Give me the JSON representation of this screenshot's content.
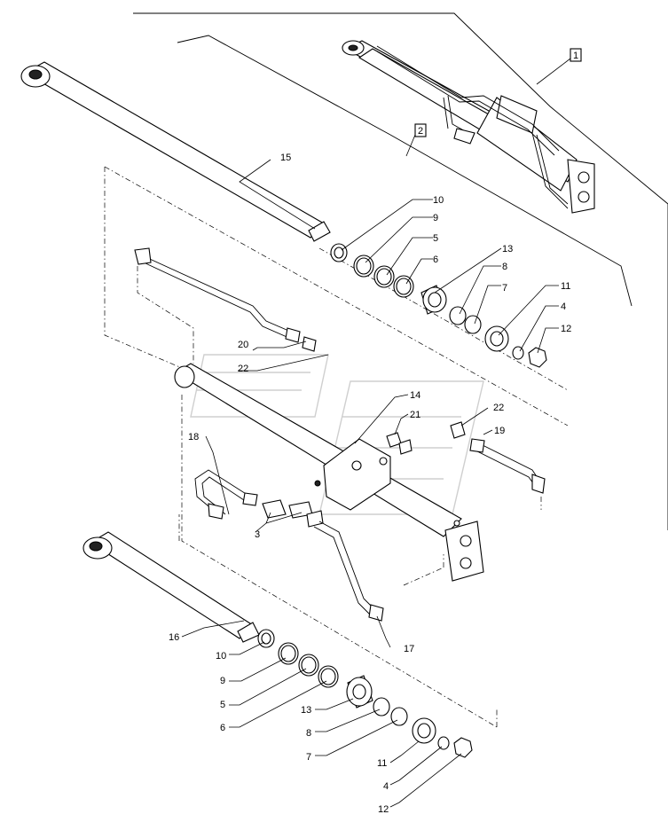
{
  "diagram": {
    "assembly_callouts": [
      "1",
      "2"
    ],
    "callouts": {
      "upper": [
        "15",
        "10",
        "9",
        "5",
        "6",
        "13",
        "8",
        "7",
        "11",
        "4",
        "12",
        "20",
        "22",
        "14",
        "21",
        "22",
        "19",
        "18",
        "3"
      ],
      "lower": [
        "16",
        "17",
        "10",
        "9",
        "5",
        "6",
        "13",
        "8",
        "7",
        "11",
        "4",
        "12"
      ]
    }
  }
}
